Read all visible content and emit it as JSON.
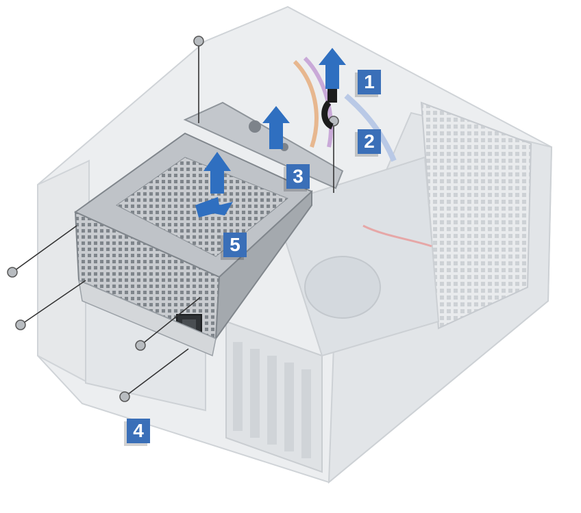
{
  "callouts": [
    {
      "id": "1",
      "label": "1"
    },
    {
      "id": "2",
      "label": "2"
    },
    {
      "id": "3",
      "label": "3"
    },
    {
      "id": "4",
      "label": "4"
    },
    {
      "id": "5",
      "label": "5"
    }
  ],
  "colors": {
    "callout_fill": "#3a6fb8",
    "arrow_fill": "#2f6fc0",
    "chassis_light": "#e4e6e8",
    "psu_metal": "#a9adb2"
  },
  "icons": [
    "up-arrow-icon",
    "screw-icon",
    "psu-cage",
    "computer-chassis"
  ]
}
